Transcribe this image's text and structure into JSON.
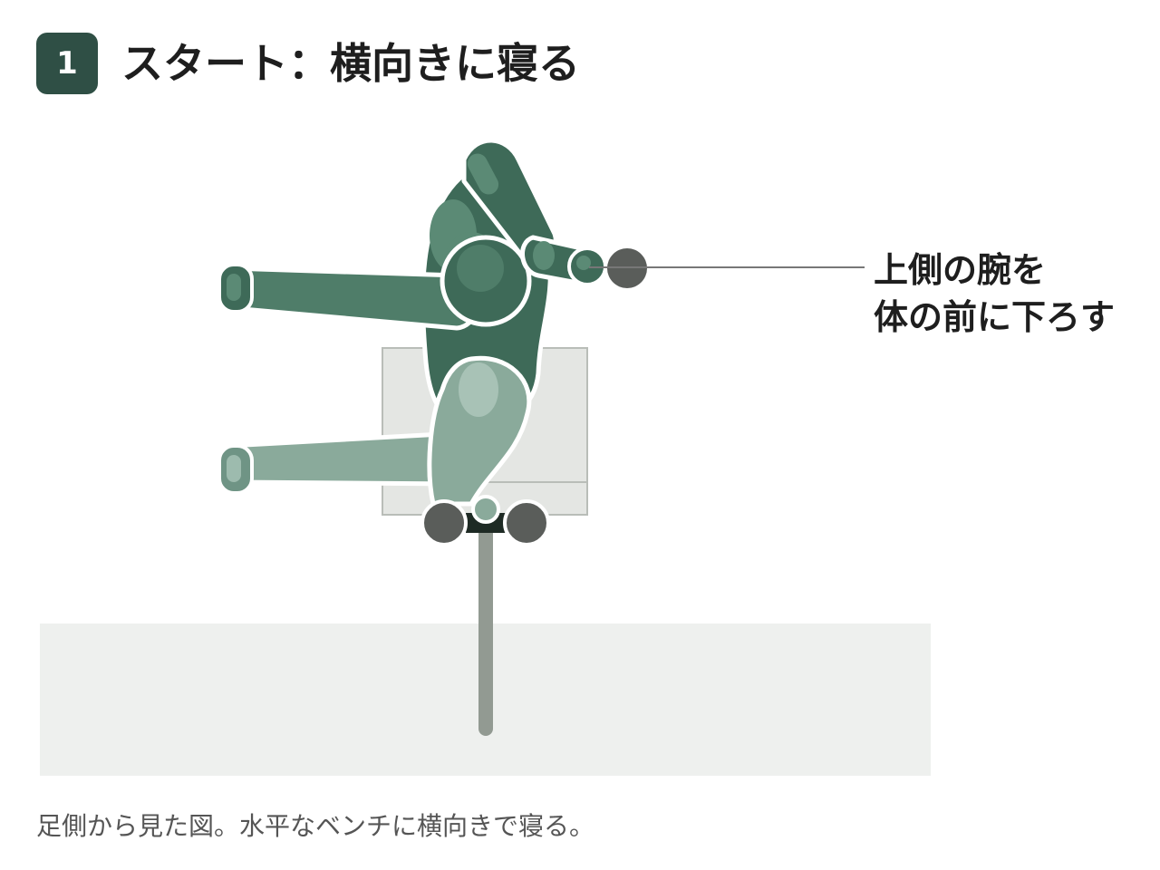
{
  "step": {
    "number": "1",
    "title": "スタート：横向きに寝る"
  },
  "callout": {
    "line1": "上側の腕を",
    "line2": "体の前に下ろす"
  },
  "caption": "足側から見た図。水平なベンチに横向きで寝る。",
  "colors": {
    "badge": "#2f4f45",
    "upper_arm_dark": "#3e6a58",
    "torso": "#4f7d69",
    "lower_limb_light": "#8aaa9b",
    "floor": "#eef0ee",
    "bench": "#e4e6e3",
    "dumbbell": "#5a5d5a",
    "bar": "#929a92"
  }
}
